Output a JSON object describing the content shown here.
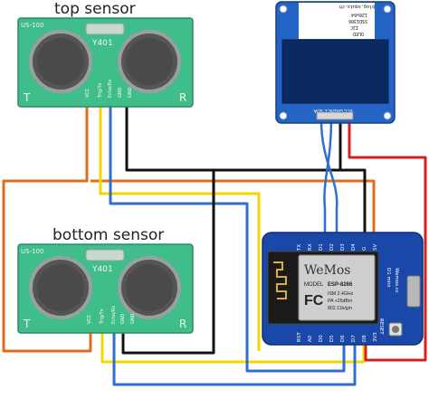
{
  "labels": {
    "top_sensor": "top sensor",
    "bottom_sensor": "bottom sensor"
  },
  "sensor": {
    "model": "US-100",
    "code": "Y401",
    "t": "T",
    "r": "R",
    "pins": [
      "VCC",
      "Trig/Tx",
      "Echo/Rx",
      "GND",
      "GND"
    ]
  },
  "oled": {
    "chip_text": [
      "blog.squix.ch",
      "128x64",
      "SSD1306",
      "I2C",
      "OLED"
    ],
    "pins": [
      "SDA",
      "SCL",
      "GND",
      "VCC"
    ]
  },
  "board": {
    "name": "D1 mini",
    "brand_text": "WeMos",
    "sub": "Wemos.cc",
    "module": "ESP-8266",
    "model_label": "MODEL",
    "fc": "FC",
    "specs": [
      "ISM 2.4GHz",
      "PA +25dBm",
      "802.11b/g/n"
    ],
    "reset": "RESET",
    "top_pins": [
      "TX",
      "RX",
      "D1",
      "D2",
      "D3",
      "D4",
      "G",
      "5V"
    ],
    "bottom_pins": [
      "RST",
      "A0",
      "D0",
      "D5",
      "D6",
      "D7",
      "D8",
      "3V3"
    ]
  },
  "colors": {
    "wire_orange": "#e06c1c",
    "wire_yellow": "#f5d600",
    "wire_blue": "#2f6fd0",
    "wire_black": "#111111",
    "wire_red": "#d42020",
    "sensor_pcb": "#3fbe8b",
    "oled_pcb": "#2364c4",
    "board_pcb": "#1a48a8"
  }
}
